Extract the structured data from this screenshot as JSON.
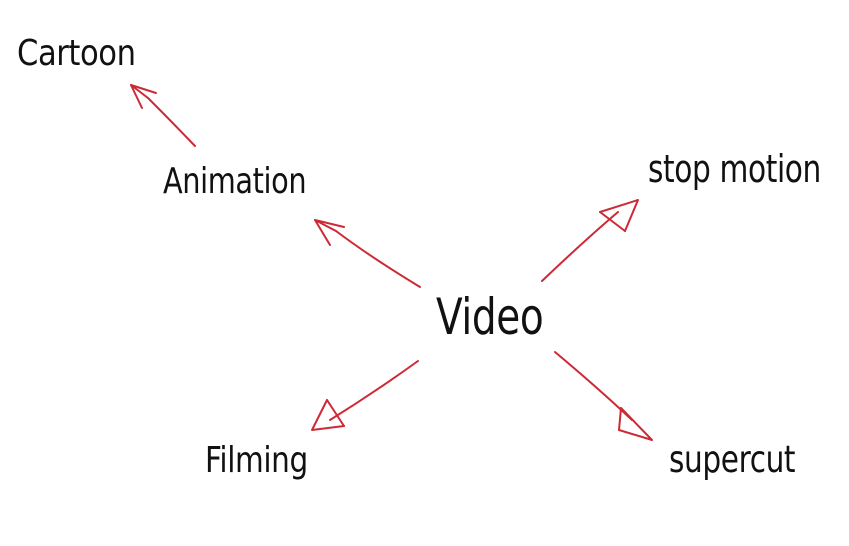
{
  "diagram": {
    "center": {
      "label": "Video"
    },
    "nodes": [
      {
        "id": "cartoon",
        "label": "Cartoon"
      },
      {
        "id": "animation",
        "label": "Animation"
      },
      {
        "id": "stop-motion",
        "label": "stop motion"
      },
      {
        "id": "filming",
        "label": "Filming"
      },
      {
        "id": "supercut",
        "label": "supercut"
      }
    ],
    "edges": [
      {
        "from": "Video",
        "to": "Animation"
      },
      {
        "from": "Animation",
        "to": "Cartoon"
      },
      {
        "from": "Video",
        "to": "stop motion"
      },
      {
        "from": "Video",
        "to": "Filming"
      },
      {
        "from": "Video",
        "to": "supercut"
      }
    ]
  },
  "colors": {
    "arrow": "#cc2a36",
    "text": "#111111",
    "background": "#ffffff"
  }
}
